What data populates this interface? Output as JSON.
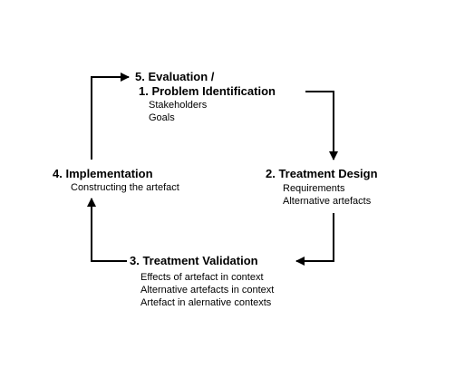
{
  "diagram": {
    "stage_eval": {
      "title_line1": "5. Evaluation /",
      "title_line2": "1. Problem Identification",
      "items": [
        "Stakeholders",
        "Goals"
      ]
    },
    "stage_design": {
      "title": "2. Treatment Design",
      "items": [
        "Requirements",
        "Alternative artefacts"
      ]
    },
    "stage_validation": {
      "title": "3. Treatment Validation",
      "items": [
        "Effects of artefact in context",
        "Alternative artefacts in context",
        "Artefact in alernative contexts"
      ]
    },
    "stage_impl": {
      "title": "4. Implementation",
      "items": [
        "Constructing the artefact"
      ]
    }
  }
}
